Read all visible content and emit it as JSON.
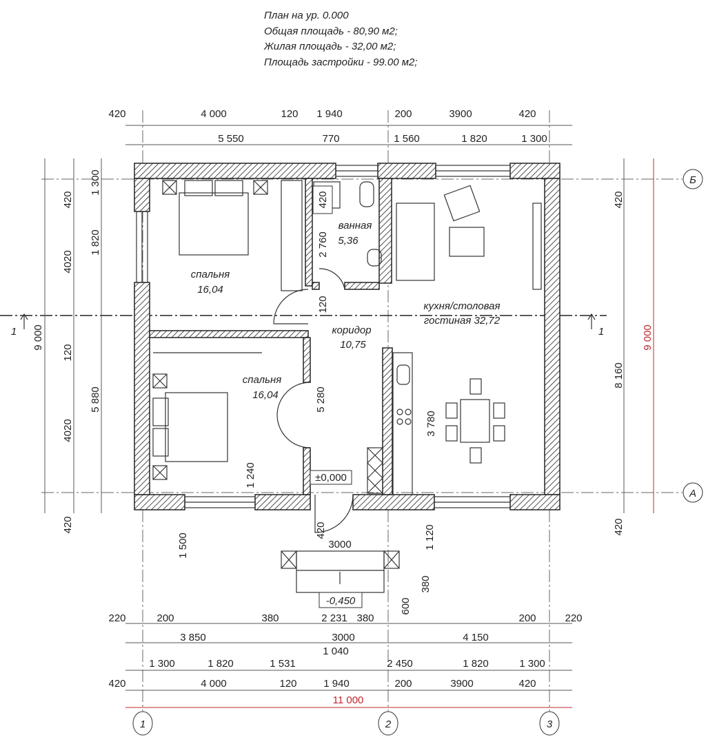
{
  "header": {
    "lines": [
      "План на ур. 0.000",
      "Общая площадь - 80,90 м2;",
      "Жилая площадь - 32,00 м2;",
      "Площадь застройки - 99.00 м2;"
    ]
  },
  "rooms": [
    {
      "name": "спальня",
      "area": "16,04"
    },
    {
      "name": "ванная",
      "area": "5,36"
    },
    {
      "name": "кухня/столовая",
      "area": "гостиная 32,72"
    },
    {
      "name": "коридор",
      "area": "10,75"
    },
    {
      "name": "спальня",
      "area": "16,04"
    }
  ],
  "dims_top": {
    "row1": [
      "420",
      "4 000",
      "120",
      "1 940",
      "200",
      "3900",
      "420"
    ],
    "row2": [
      "5 550",
      "770",
      "1 560",
      "1 820",
      "1 300"
    ]
  },
  "dims_left": {
    "col1": [
      "420",
      "4020",
      "120",
      "4020",
      "420"
    ],
    "col2": [
      "1 300",
      "1 820",
      "5 880"
    ],
    "total": "9 000"
  },
  "dims_right": {
    "items": [
      "420",
      "8 160",
      "420"
    ],
    "total": "9 000"
  },
  "dims_bottom": {
    "row1": [
      "220",
      "200",
      "380",
      "2 231",
      "380",
      "200",
      "220"
    ],
    "row2": [
      "3 850",
      "3000",
      "4 150"
    ],
    "row2b": "1 040",
    "row3": [
      "1 300",
      "1 820",
      "1 531",
      "2 450",
      "1 820",
      "1 300"
    ],
    "row4": [
      "420",
      "4 000",
      "120",
      "1 940",
      "200",
      "3900",
      "420"
    ],
    "total": "11 000"
  },
  "dims_inner": {
    "bath_420": "420",
    "bath_2760": "2 760",
    "corr_120": "120",
    "corr_5280": "5 280",
    "bed_1240": "1 240",
    "level0": "±0,000",
    "entry_420": "420",
    "porch_3000": "3000",
    "win_1500": "1 500",
    "win_1120": "1 120",
    "kitchen_3780": "3 780",
    "porch_380": "380",
    "porch_600": "600",
    "level_porch": "-0,450"
  },
  "axes": {
    "h": [
      "Б",
      "А"
    ],
    "v": [
      "1",
      "2",
      "3"
    ],
    "section": "1"
  },
  "colors": {
    "total_dim": "#c0272d",
    "line": "#222222"
  }
}
